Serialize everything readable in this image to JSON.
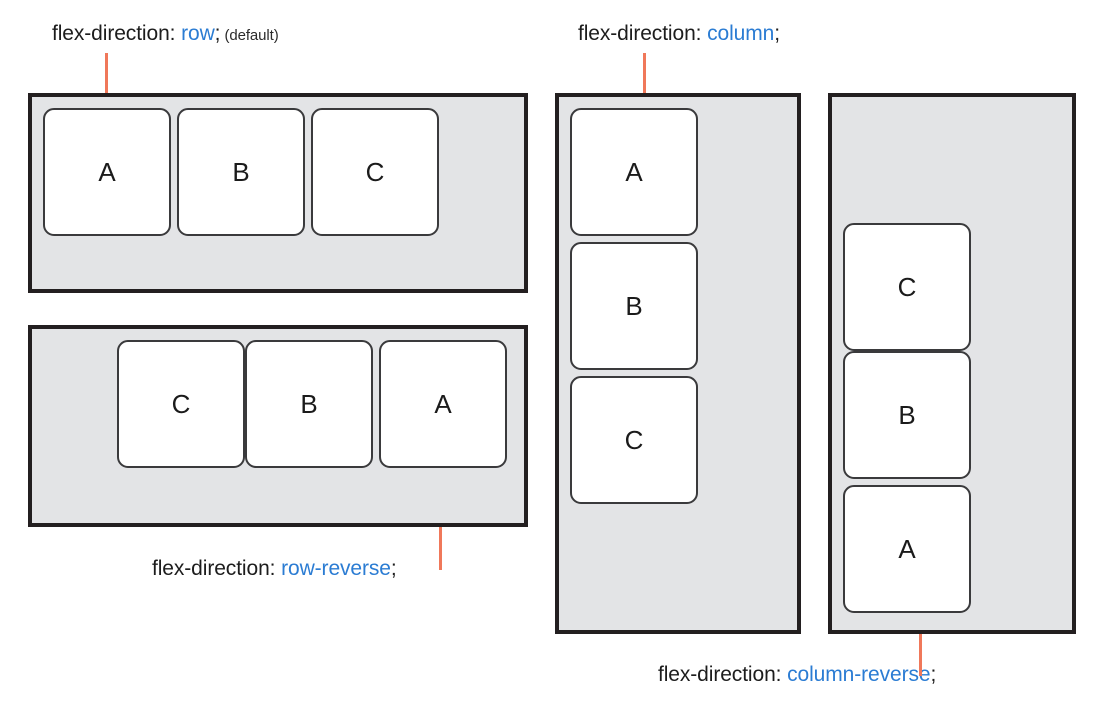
{
  "diagram": {
    "title_text_prefix": "flex-direction: ",
    "semicolon": ";",
    "panels": [
      {
        "id": "row",
        "label": {
          "property": "flex-direction: ",
          "value": "row",
          "semi": ";",
          "note": " (default)"
        },
        "direction": "row",
        "items": [
          "A",
          "B",
          "C"
        ],
        "leader_color": "#f0785a"
      },
      {
        "id": "row-reverse",
        "label": {
          "property": "flex-direction: ",
          "value": "row-reverse",
          "semi": ";",
          "note": ""
        },
        "direction": "row-reverse",
        "items": [
          "A",
          "B",
          "C"
        ],
        "visual_order": [
          "C",
          "B",
          "A"
        ],
        "leader_color": "#f0785a"
      },
      {
        "id": "column",
        "label": {
          "property": "flex-direction: ",
          "value": "column",
          "semi": ";",
          "note": ""
        },
        "direction": "column",
        "items": [
          "A",
          "B",
          "C"
        ],
        "visual_order": [
          "A",
          "B",
          "C"
        ],
        "leader_color": "#f0785a"
      },
      {
        "id": "column-reverse",
        "label": {
          "property": "flex-direction: ",
          "value": "column-reverse",
          "semi": ";",
          "note": ""
        },
        "direction": "column-reverse",
        "items": [
          "A",
          "B",
          "C"
        ],
        "visual_order": [
          "C",
          "B",
          "A"
        ],
        "leader_color": "#f0785a"
      }
    ],
    "colors": {
      "container_fill": "#e3e4e6",
      "container_border": "#231f20",
      "item_fill": "#ffffff",
      "item_border": "#3a3a3c",
      "text": "#1d1d1d",
      "value_accent": "#2b7cd3",
      "leader": "#f0785a",
      "page_background": "#ffffff"
    }
  }
}
